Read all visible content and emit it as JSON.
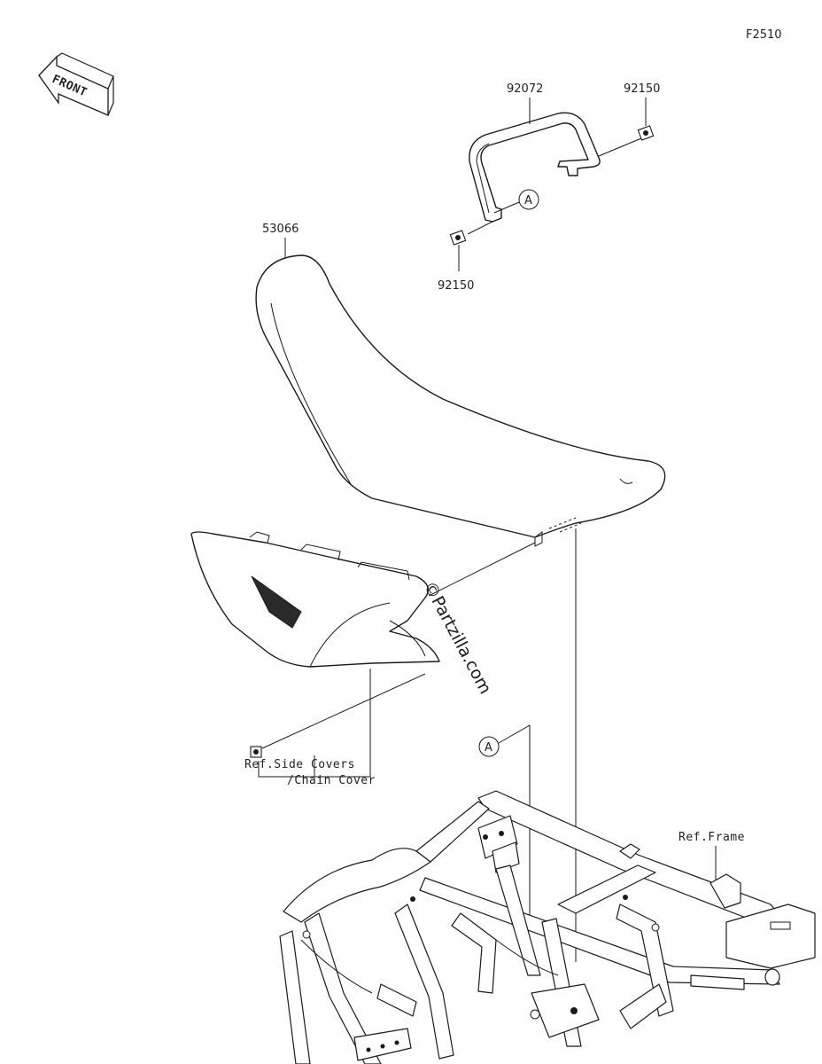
{
  "figure_code": "F2510",
  "front_label": "FRONT",
  "watermark": "©Partzilla.com",
  "parts": {
    "grab_rail": "92072",
    "bolt_right": "92150",
    "bolt_left": "92150",
    "seat": "53066"
  },
  "callout_marker": "A",
  "references": {
    "side_covers_line1": "Ref.Side Covers",
    "side_covers_line2": "/Chain Cover",
    "frame": "Ref.Frame"
  }
}
